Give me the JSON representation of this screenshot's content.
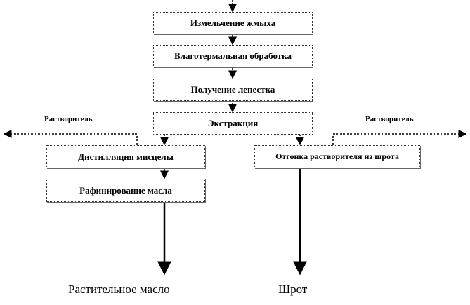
{
  "steps": {
    "s1": "Измельчение жмыха",
    "s2": "Влаготермальная обработка",
    "s3": "Получение лепестка",
    "s4": "Экстракция",
    "left1": "Дистилляция мисцелы",
    "left2": "Рафинирование масла",
    "right1": "Отгонка растворителя из шрота"
  },
  "labels": {
    "solvent_left": "Растворитель",
    "solvent_right": "Растворитель"
  },
  "outputs": {
    "oil": "Растительное масло",
    "meal": "Шрот"
  }
}
